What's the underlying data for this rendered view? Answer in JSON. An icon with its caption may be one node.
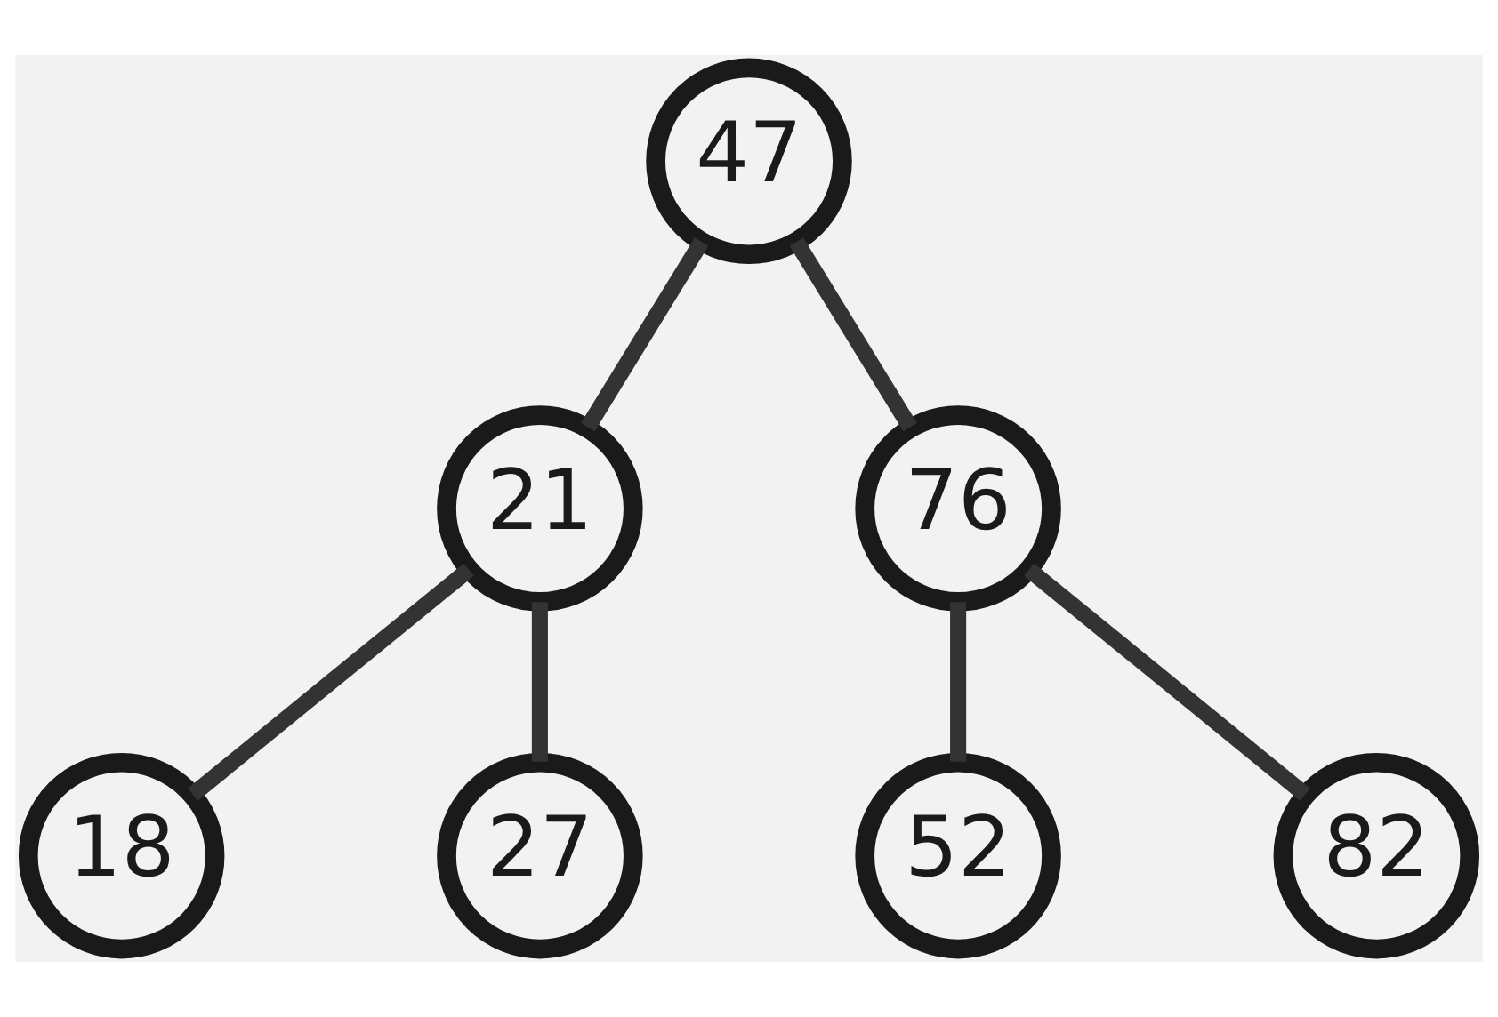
{
  "diagram": {
    "nodes": [
      {
        "text": [
          "47"
        ]
      },
      {
        "text": [
          "21"
        ]
      },
      {
        "text": [
          "76"
        ]
      },
      {
        "text": [
          "18"
        ]
      },
      {
        "text": [
          "27"
        ]
      },
      {
        "text": [
          "52"
        ]
      },
      {
        "text": [
          "82"
        ]
      }
    ],
    "edges": [
      {
        "from": 0,
        "to": 1,
        "arrow": "none"
      },
      {
        "from": 0,
        "to": 2,
        "arrow": "none"
      },
      {
        "from": 1,
        "to": 3,
        "arrow": "none"
      },
      {
        "from": 1,
        "to": 4,
        "arrow": "none"
      },
      {
        "from": 2,
        "to": 5,
        "arrow": "none"
      },
      {
        "from": 2,
        "to": 6,
        "arrow": "none"
      }
    ]
  }
}
